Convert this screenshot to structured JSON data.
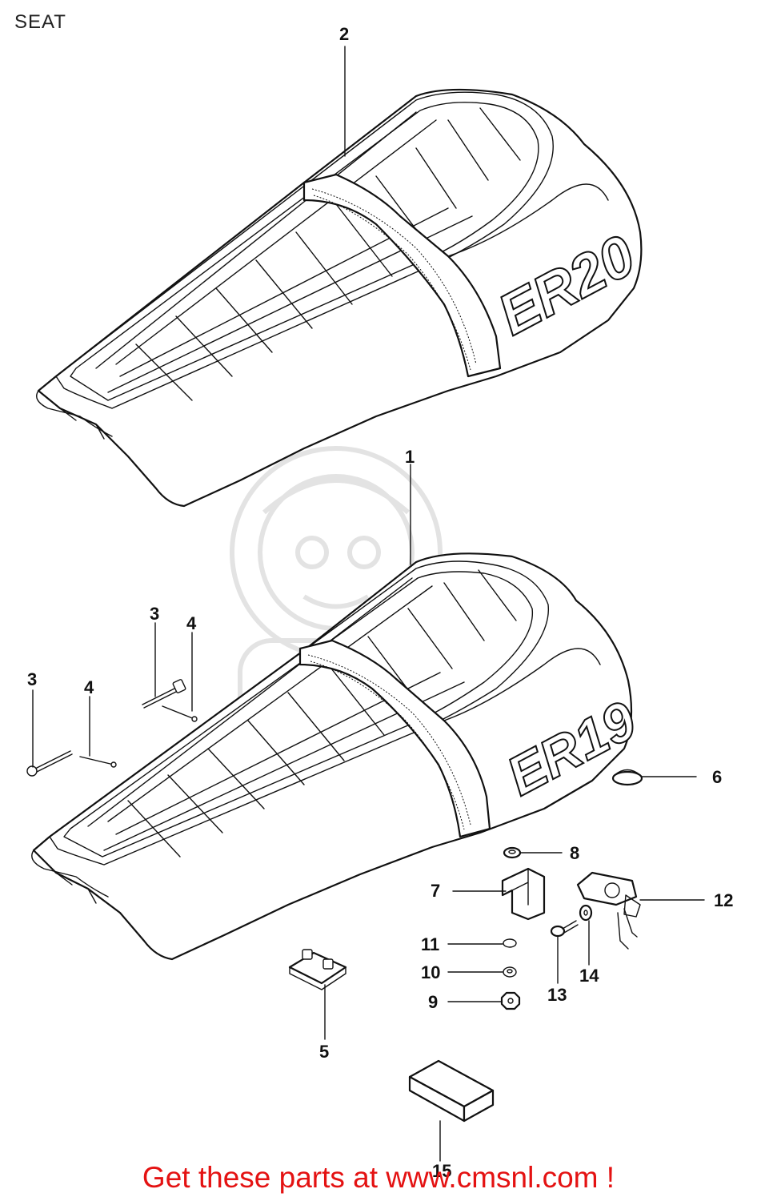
{
  "diagram": {
    "title": "SEAT",
    "footer": "Get these parts at www.cmsnl.com !",
    "seat_upper_marking": "ER20",
    "seat_lower_marking": "ER19",
    "callouts": [
      "1",
      "2",
      "3",
      "3",
      "4",
      "4",
      "5",
      "6",
      "7",
      "8",
      "9",
      "10",
      "11",
      "12",
      "13",
      "14",
      "15"
    ],
    "footer_color": "#e41212"
  }
}
